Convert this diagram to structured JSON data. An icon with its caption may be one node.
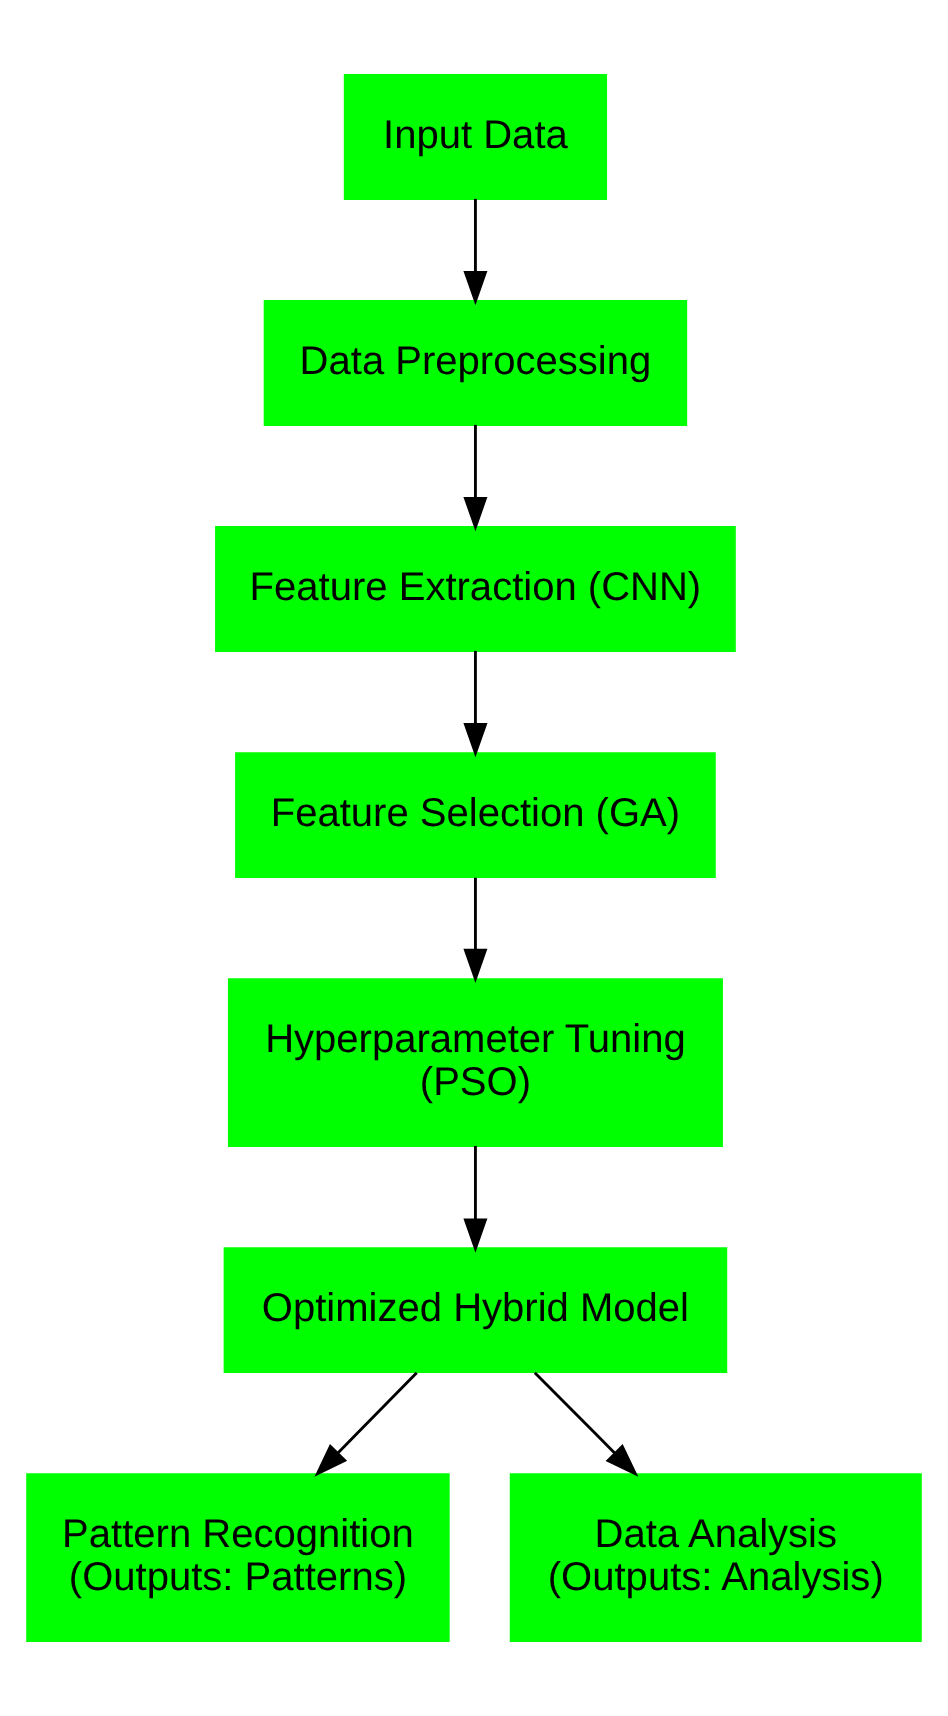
{
  "diagram": {
    "nodes": [
      {
        "text": [
          "Input Data"
        ]
      },
      {
        "text": [
          "Data Preprocessing"
        ]
      },
      {
        "text": [
          "Feature Extraction (CNN)"
        ]
      },
      {
        "text": [
          "Feature Selection (GA)"
        ]
      },
      {
        "text": [
          "Hyperparameter Tuning (PSO)"
        ]
      },
      {
        "text": [
          "Optimized Hybrid Model"
        ]
      },
      {
        "text": [
          "Pattern Recognition (Outputs: Patterns)"
        ]
      },
      {
        "text": [
          "Data Analysis (Outputs: Analysis)"
        ]
      }
    ],
    "edges": [
      {
        "from": 0,
        "to": 1,
        "arrow": "to"
      },
      {
        "from": 1,
        "to": 2,
        "arrow": "to"
      },
      {
        "from": 2,
        "to": 3,
        "arrow": "to"
      },
      {
        "from": 3,
        "to": 4,
        "arrow": "to"
      },
      {
        "from": 4,
        "to": 5,
        "arrow": "to"
      },
      {
        "from": 5,
        "to": 6,
        "arrow": "to"
      },
      {
        "from": 5,
        "to": 7,
        "arrow": "to"
      }
    ]
  }
}
